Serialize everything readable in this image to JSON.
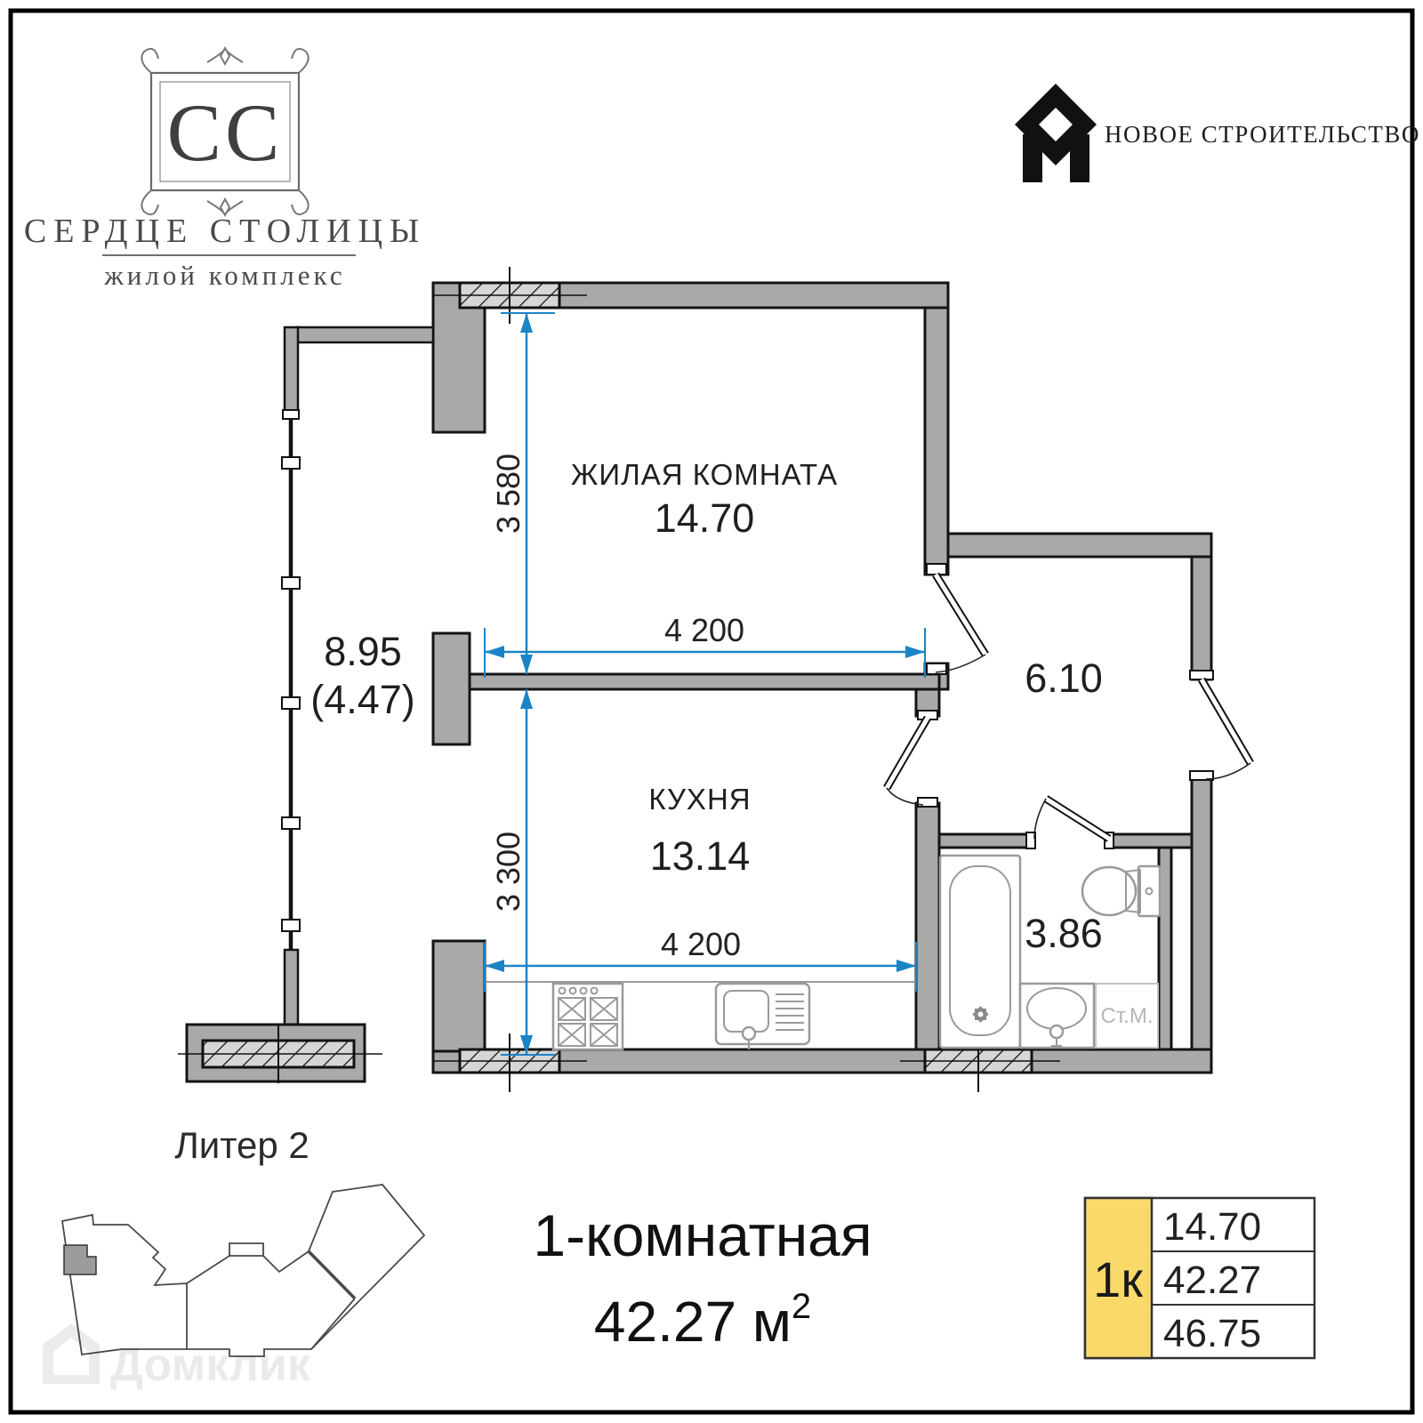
{
  "branding": {
    "monogram": "СС",
    "complex_name": "СЕРДЦЕ СТОЛИЦЫ",
    "complex_subtitle": "жилой комплекс",
    "developer_name": "НОВОЕ СТРОИТЕЛЬСТВО"
  },
  "plan": {
    "living": {
      "name": "ЖИЛАЯ КОМНАТА",
      "area": "14.70"
    },
    "kitchen": {
      "name": "КУХНЯ",
      "area": "13.14"
    },
    "hallway": {
      "area": "6.10"
    },
    "bathroom": {
      "area": "3.86",
      "washing_machine": "Ст.М."
    },
    "balcony": {
      "area": "8.95",
      "area_reduced": "(4.47)"
    },
    "dims": {
      "living_width": "4 200",
      "living_depth": "3 580",
      "kitchen_width": "4 200",
      "kitchen_depth": "3 300"
    }
  },
  "site": {
    "building_label": "Литер 2"
  },
  "summary": {
    "type_label": "1-комнатная",
    "total_area": "42.27 м",
    "area_superscript": "2"
  },
  "card": {
    "badge": "1к",
    "living_area": "14.70",
    "total_area": "42.27",
    "total_area_with_balcony": "46.75"
  },
  "watermark": {
    "text": "Домклик"
  },
  "colors": {
    "wall": "#a9a9a9",
    "dimension_blue": "#1b84c6",
    "card_badge_yellow": "#f8d96a"
  }
}
